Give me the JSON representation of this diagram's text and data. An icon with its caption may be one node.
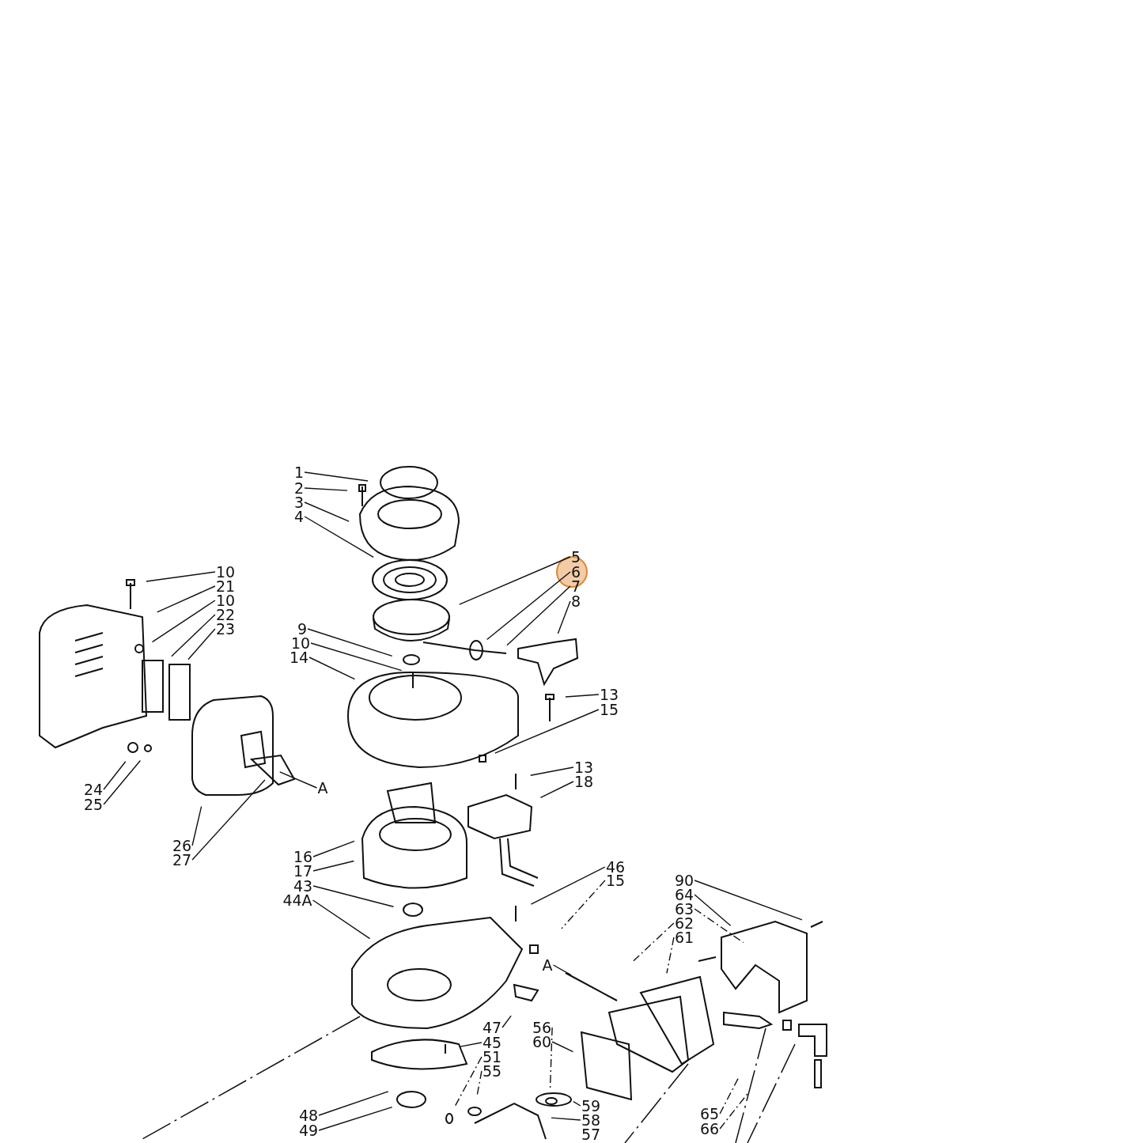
{
  "diagram": {
    "nodes": [
      {
        "text": [
          "1"
        ]
      },
      {
        "text": [
          "2"
        ]
      },
      {
        "text": [
          "3"
        ]
      },
      {
        "text": [
          "4"
        ]
      },
      {
        "text": [
          "5"
        ]
      },
      {
        "text": [
          "6"
        ]
      },
      {
        "text": [
          "7"
        ]
      },
      {
        "text": [
          "8"
        ]
      },
      {
        "text": [
          "10"
        ]
      },
      {
        "text": [
          "21"
        ]
      },
      {
        "text": [
          "10"
        ]
      },
      {
        "text": [
          "22"
        ]
      },
      {
        "text": [
          "23"
        ]
      },
      {
        "text": [
          "9"
        ]
      },
      {
        "text": [
          "10"
        ]
      },
      {
        "text": [
          "14"
        ]
      },
      {
        "text": [
          "13"
        ]
      },
      {
        "text": [
          "15"
        ]
      },
      {
        "text": [
          "13"
        ]
      },
      {
        "text": [
          "18"
        ]
      },
      {
        "text": [
          "24"
        ]
      },
      {
        "text": [
          "25"
        ]
      },
      {
        "text": [
          "A"
        ]
      },
      {
        "text": [
          "26"
        ]
      },
      {
        "text": [
          "27"
        ]
      },
      {
        "text": [
          "16"
        ]
      },
      {
        "text": [
          "17"
        ]
      },
      {
        "text": [
          "43"
        ]
      },
      {
        "text": [
          "44A"
        ]
      },
      {
        "text": [
          "46"
        ]
      },
      {
        "text": [
          "15"
        ]
      },
      {
        "text": [
          "90"
        ]
      },
      {
        "text": [
          "64"
        ]
      },
      {
        "text": [
          "63"
        ]
      },
      {
        "text": [
          "62"
        ]
      },
      {
        "text": [
          "61"
        ]
      },
      {
        "text": [
          "A"
        ]
      },
      {
        "text": [
          "47"
        ]
      },
      {
        "text": [
          "56"
        ]
      },
      {
        "text": [
          "45"
        ]
      },
      {
        "text": [
          "60"
        ]
      },
      {
        "text": [
          "51"
        ]
      },
      {
        "text": [
          "55"
        ]
      },
      {
        "text": [
          "59"
        ]
      },
      {
        "text": [
          "58"
        ]
      },
      {
        "text": [
          "57"
        ]
      },
      {
        "text": [
          "48"
        ]
      },
      {
        "text": [
          "49"
        ]
      },
      {
        "text": [
          "65"
        ]
      },
      {
        "text": [
          "66"
        ]
      }
    ],
    "edges": [
      {
        "from": 0,
        "to": null,
        "arrow": "none"
      },
      {
        "from": 1,
        "to": null,
        "arrow": "none"
      },
      {
        "from": 2,
        "to": null,
        "arrow": "none"
      },
      {
        "from": 3,
        "to": null,
        "arrow": "none"
      },
      {
        "from": 4,
        "to": null,
        "arrow": "none"
      },
      {
        "from": 5,
        "to": null,
        "arrow": "none"
      },
      {
        "from": 6,
        "to": null,
        "arrow": "none"
      },
      {
        "from": 7,
        "to": null,
        "arrow": "none"
      },
      {
        "from": 8,
        "to": null,
        "arrow": "none"
      },
      {
        "from": 9,
        "to": null,
        "arrow": "none"
      },
      {
        "from": 10,
        "to": null,
        "arrow": "none"
      },
      {
        "from": 11,
        "to": null,
        "arrow": "none"
      },
      {
        "from": 12,
        "to": null,
        "arrow": "none"
      },
      {
        "from": 13,
        "to": null,
        "arrow": "none"
      },
      {
        "from": 14,
        "to": null,
        "arrow": "none"
      },
      {
        "from": 15,
        "to": null,
        "arrow": "none"
      },
      {
        "from": 16,
        "to": null,
        "arrow": "none"
      },
      {
        "from": 17,
        "to": null,
        "arrow": "none"
      },
      {
        "from": 18,
        "to": null,
        "arrow": "none"
      },
      {
        "from": 19,
        "to": null,
        "arrow": "none"
      },
      {
        "from": 20,
        "to": null,
        "arrow": "none"
      },
      {
        "from": 21,
        "to": null,
        "arrow": "none"
      },
      {
        "from": 22,
        "to": null,
        "arrow": "none"
      },
      {
        "from": 23,
        "to": null,
        "arrow": "none"
      },
      {
        "from": 24,
        "to": null,
        "arrow": "none"
      },
      {
        "from": 25,
        "to": null,
        "arrow": "none"
      },
      {
        "from": 26,
        "to": null,
        "arrow": "none"
      },
      {
        "from": 27,
        "to": null,
        "arrow": "none"
      },
      {
        "from": 28,
        "to": null,
        "arrow": "none"
      },
      {
        "from": 29,
        "to": null,
        "arrow": "none"
      },
      {
        "from": 30,
        "to": null,
        "arrow": "none",
        "style": "dashed"
      },
      {
        "from": 31,
        "to": null,
        "arrow": "none"
      },
      {
        "from": 32,
        "to": null,
        "arrow": "none"
      },
      {
        "from": 33,
        "to": null,
        "arrow": "none",
        "style": "dashed"
      },
      {
        "from": 34,
        "to": null,
        "arrow": "none",
        "style": "dashed"
      },
      {
        "from": 35,
        "to": null,
        "arrow": "none",
        "style": "dashed"
      },
      {
        "from": 36,
        "to": null,
        "arrow": "none"
      },
      {
        "from": 37,
        "to": null,
        "arrow": "none"
      },
      {
        "from": 38,
        "to": null,
        "arrow": "none",
        "style": "dashed"
      },
      {
        "from": 39,
        "to": null,
        "arrow": "none"
      },
      {
        "from": 40,
        "to": null,
        "arrow": "none"
      },
      {
        "from": 41,
        "to": null,
        "arrow": "none",
        "style": "dashed"
      },
      {
        "from": 42,
        "to": null,
        "arrow": "none",
        "style": "dashed"
      },
      {
        "from": 43,
        "to": null,
        "arrow": "none"
      },
      {
        "from": 44,
        "to": null,
        "arrow": "none"
      },
      {
        "from": 46,
        "to": null,
        "arrow": "none"
      },
      {
        "from": 47,
        "to": null,
        "arrow": "none"
      },
      {
        "from": 48,
        "to": null,
        "arrow": "none",
        "style": "dashed"
      },
      {
        "from": 49,
        "to": null,
        "arrow": "none",
        "style": "dashed"
      }
    ]
  }
}
